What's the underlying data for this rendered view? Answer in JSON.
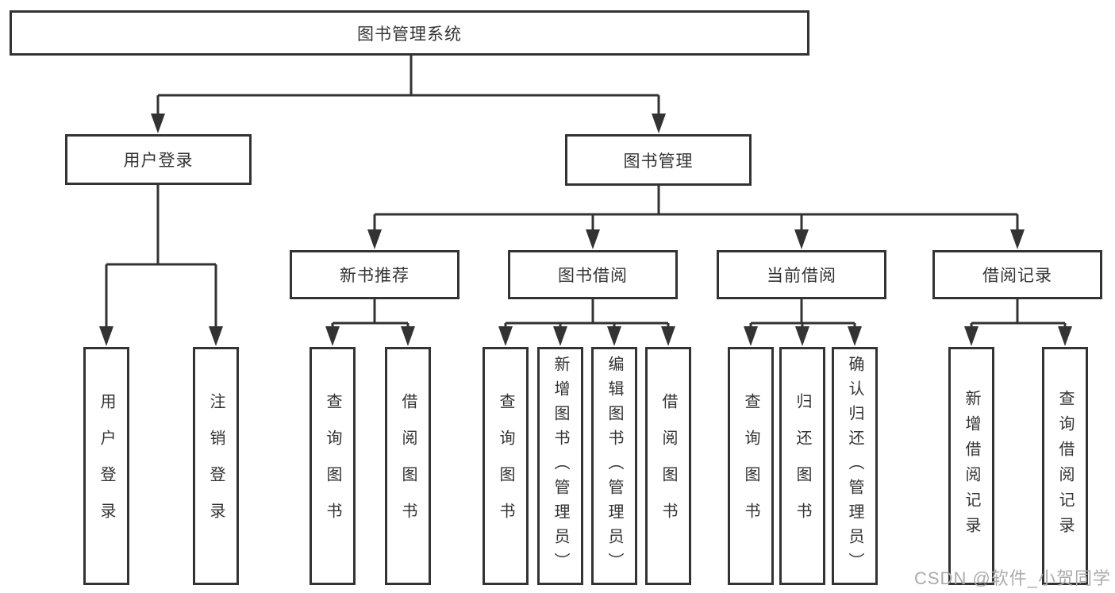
{
  "diagram_type": "hierarchy-tree",
  "nodes": {
    "root": "图书管理系统",
    "level2": [
      "用户登录",
      "图书管理"
    ],
    "level3": [
      "新书推荐",
      "图书借阅",
      "当前借阅",
      "借阅记录"
    ],
    "leaves_user_login": [
      "用户登录",
      "注销登录"
    ],
    "leaves_new_book_rec": [
      "查询图书",
      "借阅图书"
    ],
    "leaves_book_borrow": [
      "查询图书",
      "新增图书（管理员）",
      "编辑图书（管理员）",
      "借阅图书"
    ],
    "leaves_current_borrow": [
      "查询图书",
      "归还图书",
      "确认归还（管理员）"
    ],
    "leaves_borrow_record": [
      "新增借阅记录",
      "查询借阅记录"
    ]
  },
  "watermark": "CSDN @软件_小贺同学",
  "colors": {
    "line": "#333333",
    "text": "#333333",
    "watermark": "#ababab",
    "background": "#ffffff"
  }
}
